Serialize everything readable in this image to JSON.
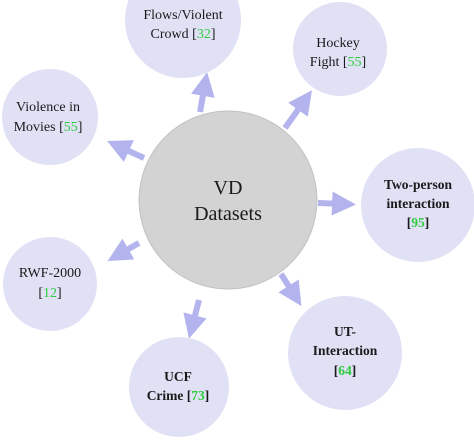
{
  "colors": {
    "center_fill": "#d3d3d3",
    "center_stroke": "#c2c2c2",
    "node_fill": "#e1e1f6",
    "arrow": "#b3b3ee",
    "citation": "#2ecc40",
    "text": "#1a1a1a"
  },
  "center": {
    "line1": "VD",
    "line2": "Datasets"
  },
  "nodes": [
    {
      "id": "flows-violent-crowd",
      "line1": "Flows/Violent",
      "line2": "Crowd",
      "cite": "32",
      "bold": false
    },
    {
      "id": "hockey-fight",
      "line1": "Hockey",
      "line2": "Fight",
      "cite": "55",
      "bold": false
    },
    {
      "id": "violence-in-movies",
      "line1": "Violence in",
      "line2": "Movies",
      "cite": "55",
      "bold": false
    },
    {
      "id": "two-person-interaction",
      "line1": "Two-person",
      "line2": "interaction",
      "cite": "95",
      "bold": true
    },
    {
      "id": "rwf-2000",
      "line1": "RWF-2000",
      "line2": "",
      "cite": "12",
      "bold": false
    },
    {
      "id": "ut-interaction",
      "line1": "UT-",
      "line2": "Interaction",
      "cite": "64",
      "bold": true
    },
    {
      "id": "ucf-crime",
      "line1": "UCF",
      "line2": "Crime",
      "cite": "73",
      "bold": true
    }
  ]
}
